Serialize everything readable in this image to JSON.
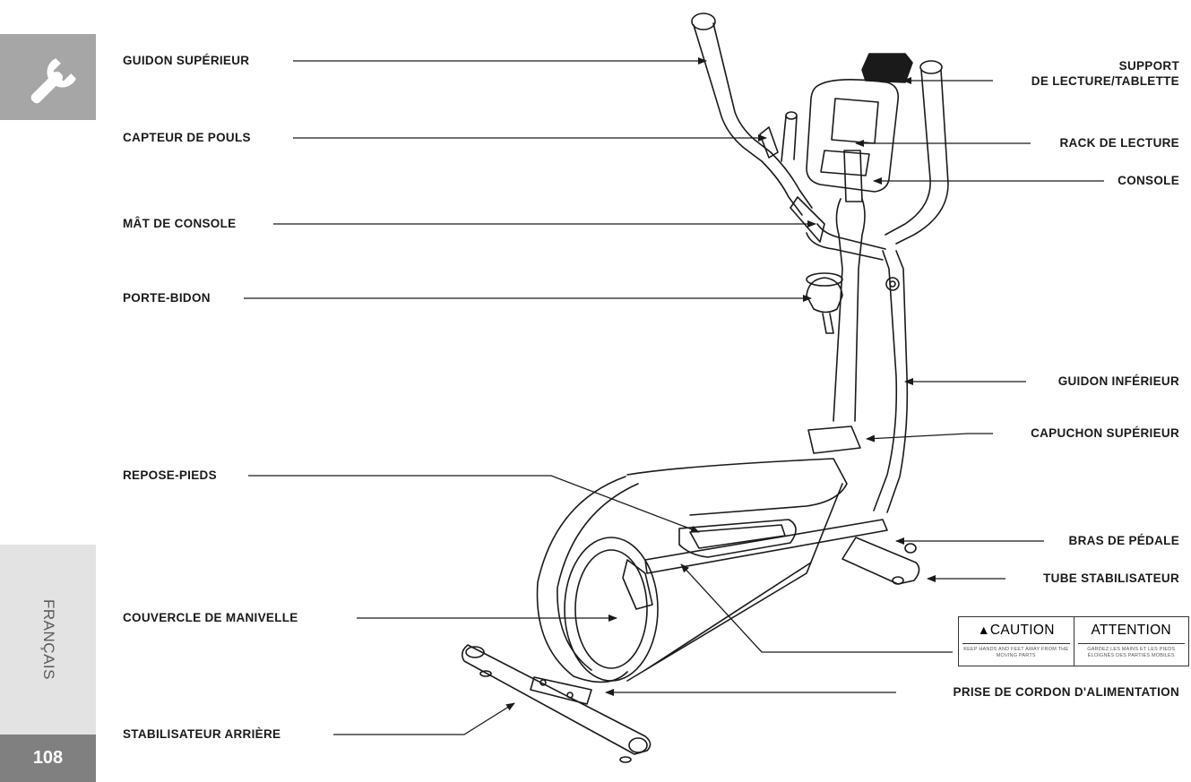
{
  "sidebar": {
    "language": "FRANÇAIS",
    "page_number": "108",
    "tool_icon": "wrench-icon"
  },
  "labels": {
    "guidon_superieur": "GUIDON SUPÉRIEUR",
    "capteur_pouls": "CAPTEUR DE POULS",
    "mat_console": "MÂT DE CONSOLE",
    "porte_bidon": "PORTE-BIDON",
    "repose_pieds": "REPOSE-PIEDS",
    "couvercle_manivelle": "COUVERCLE DE MANIVELLE",
    "stabilisateur_arriere": "STABILISATEUR ARRIÈRE",
    "support_1": "SUPPORT",
    "support_2": "DE LECTURE/TABLETTE",
    "rack_lecture": "RACK DE LECTURE",
    "console": "CONSOLE",
    "guidon_inferieur": "GUIDON INFÉRIEUR",
    "capuchon_superieur": "CAPUCHON SUPÉRIEUR",
    "bras_pedale": "BRAS DE PÉDALE",
    "tube_stabilisateur": "TUBE STABILISATEUR",
    "prise_cordon": "PRISE DE CORDON D'ALIMENTATION"
  },
  "caution": {
    "left_title": "CAUTION",
    "left_text": "KEEP HANDS AND FEET AWAY FROM THE MOVING PARTS",
    "right_title": "ATTENTION",
    "right_text": "GARDEZ LES MAINS ET LES PIEDS ÉLOIGNÉS DES PARTIES MOBILES"
  },
  "colors": {
    "tab_dark": "#a6a6a6",
    "tab_light": "#e3e3e3",
    "tab_page": "#808080",
    "line": "#1a1a1a"
  }
}
